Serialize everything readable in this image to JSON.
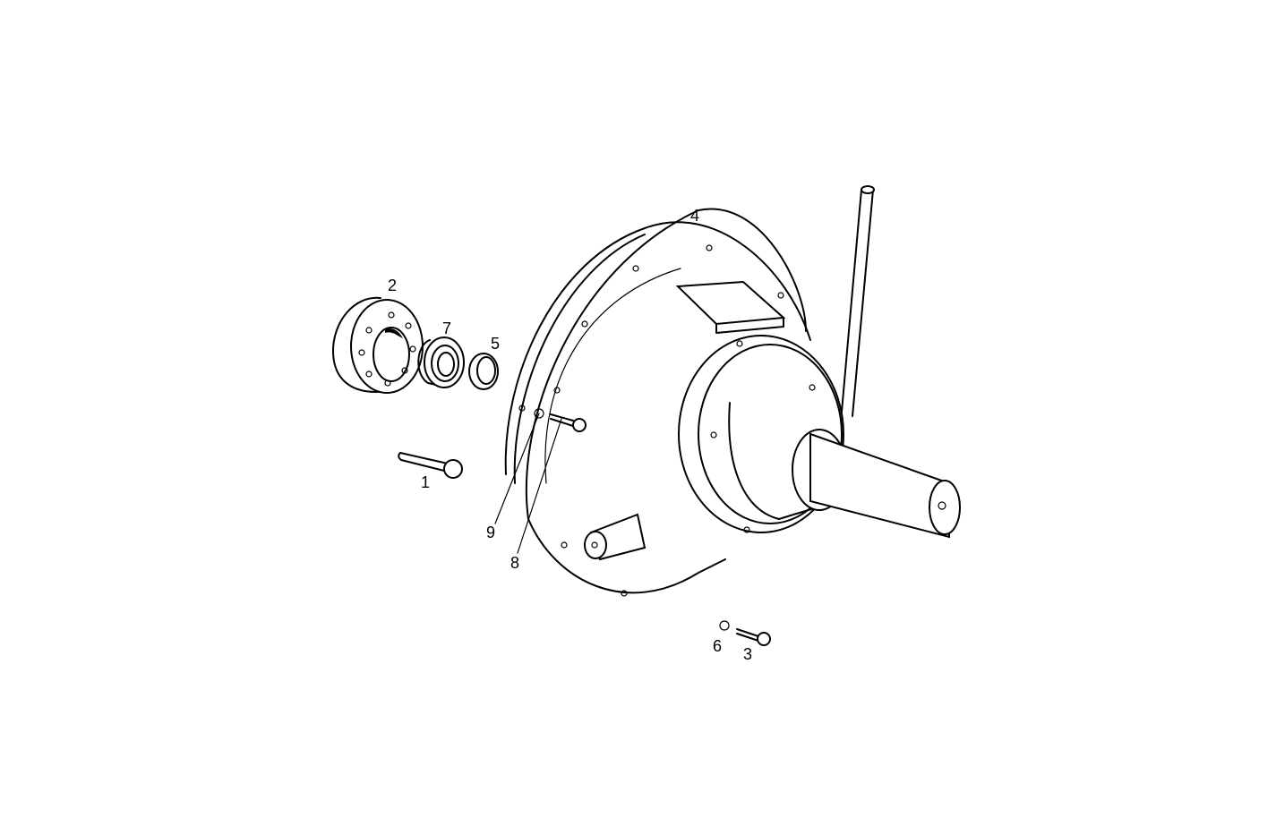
{
  "diagram": {
    "type": "exploded-parts-view",
    "background": "#ffffff",
    "line_color": "#000000",
    "parts": [
      {
        "id": "1",
        "label": "1",
        "name": "long hex bolt"
      },
      {
        "id": "2",
        "label": "2",
        "name": "flange hub with bolt holes"
      },
      {
        "id": "3",
        "label": "3",
        "name": "short bolt"
      },
      {
        "id": "4",
        "label": "4",
        "name": "housing / cover assembly with lever and output shaft"
      },
      {
        "id": "5",
        "label": "5",
        "name": "ring / seal"
      },
      {
        "id": "6",
        "label": "6",
        "name": "washer"
      },
      {
        "id": "7",
        "label": "7",
        "name": "ball bearing"
      },
      {
        "id": "8",
        "label": "8",
        "name": "bolt"
      },
      {
        "id": "9",
        "label": "9",
        "name": "washer"
      }
    ]
  }
}
